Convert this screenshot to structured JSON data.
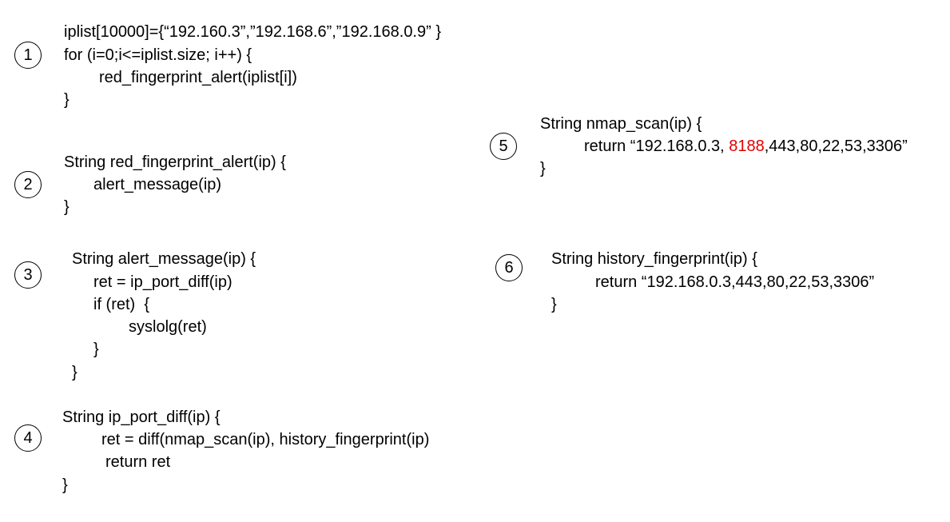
{
  "blocks": [
    {
      "badge": "1",
      "lines": [
        "iplist[10000]={“192.160.3”,”192.168.6”,”192.168.0.9” }",
        "for (i=0;i<=iplist.size; i++) {",
        "red_fingerprint_alert(iplist[i])",
        "}"
      ]
    },
    {
      "badge": "2",
      "lines": [
        "String red_fingerprint_alert(ip) {",
        "alert_message(ip)",
        "}"
      ]
    },
    {
      "badge": "3",
      "lines": [
        "String alert_message(ip) {",
        "ret = ip_port_diff(ip)",
        "if (ret)  {",
        "syslolg(ret)",
        "}",
        "}"
      ]
    },
    {
      "badge": "4",
      "lines": [
        "String ip_port_diff(ip) {",
        "ret = diff(nmap_scan(ip), history_fingerprint(ip)",
        "return ret",
        "}"
      ]
    },
    {
      "badge": "5",
      "lines": [
        "String nmap_scan(ip) {",
        "}"
      ],
      "return_prefix": "return “192.168.0.3, ",
      "return_highlight": "8188",
      "return_suffix": ",443,80,22,53,3306”",
      "highlight_color": "#e00000"
    },
    {
      "badge": "6",
      "lines": [
        "String history_fingerprint(ip) {",
        "return “192.168.0.3,443,80,22,53,3306”",
        "}"
      ]
    }
  ]
}
